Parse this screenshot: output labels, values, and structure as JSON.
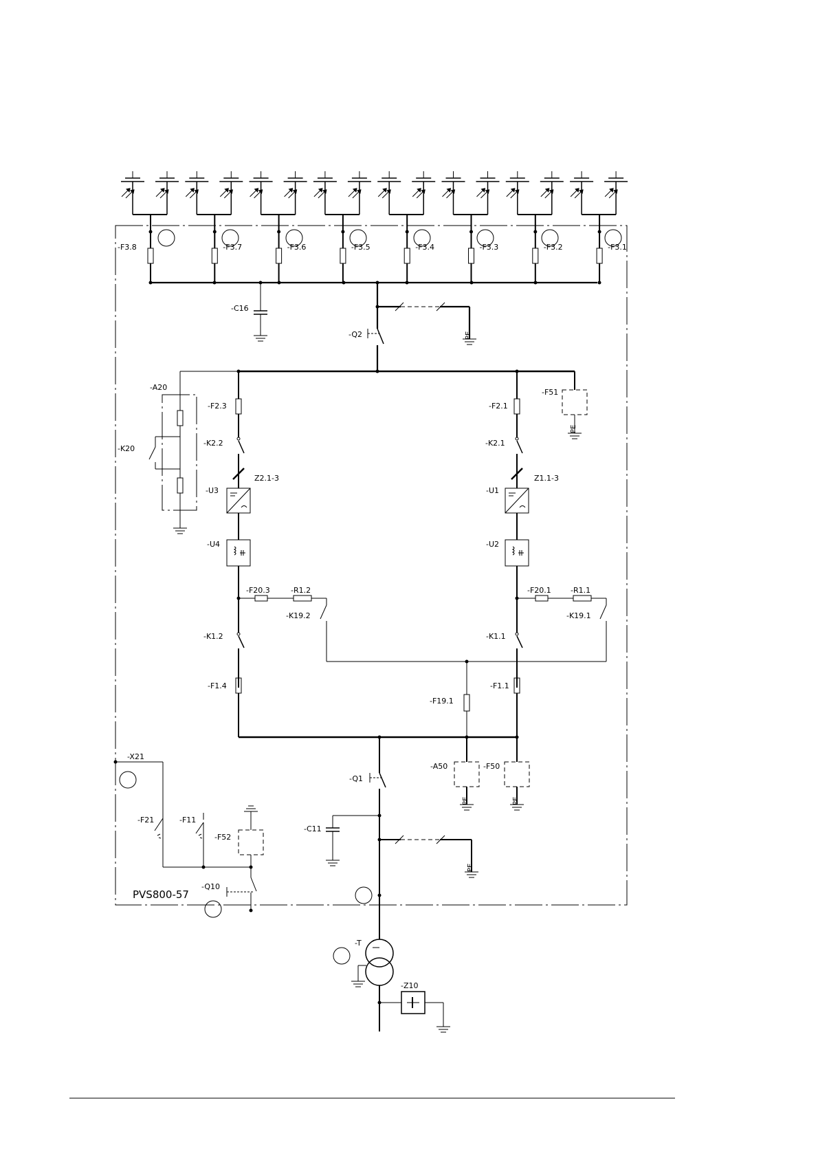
{
  "model_label": "PVS800-57",
  "string_fuses": [
    "-F3.8",
    "-F3.7",
    "-F3.6",
    "-F3.5",
    "-F3.4",
    "-F3.3",
    "-F3.2",
    "-F3.1"
  ],
  "labels": {
    "c16": "-C16",
    "q2": "-Q2",
    "pe": "PE",
    "a20": "-A20",
    "k20": "-K20",
    "f51": "-F51",
    "f2_3": "-F2.3",
    "f2_1": "-F2.1",
    "k2_2": "-K2.2",
    "k2_1": "-K2.1",
    "z2": "Z2.1-3",
    "z1": "Z1.1-3",
    "u3": "-U3",
    "u1": "-U1",
    "u4": "-U4",
    "u2": "-U2",
    "f20_3": "-F20.3",
    "r1_2": "-R1.2",
    "f20_1": "-F20.1",
    "r1_1": "-R1.1",
    "k19_2": "-K19.2",
    "k19_1": "-K19.1",
    "k1_2": "-K1.2",
    "k1_1": "-K1.1",
    "f1_4": "-F1.4",
    "f1_1": "-F1.1",
    "f19_1": "-F19.1",
    "x21": "-X21",
    "q1": "-Q1",
    "a50": "-A50",
    "f50": "-F50",
    "f21": "-F21",
    "f11": "-F11",
    "f52": "-F52",
    "c11": "-C11",
    "q10": "-Q10",
    "t": "-T",
    "z10": "-Z10"
  }
}
